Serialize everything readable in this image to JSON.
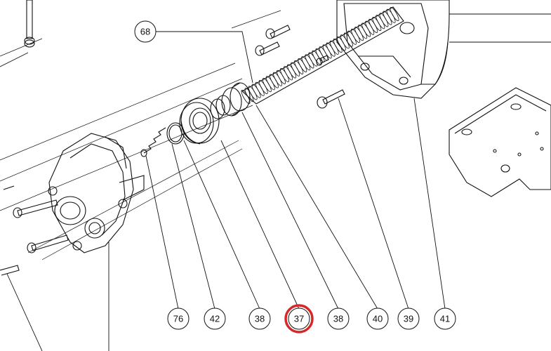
{
  "callouts": [
    {
      "id": "68",
      "label": "68",
      "highlighted": false
    },
    {
      "id": "76",
      "label": "76",
      "highlighted": false
    },
    {
      "id": "42",
      "label": "42",
      "highlighted": false
    },
    {
      "id": "38a",
      "label": "38",
      "highlighted": false
    },
    {
      "id": "37",
      "label": "37",
      "highlighted": true
    },
    {
      "id": "38b",
      "label": "38",
      "highlighted": false
    },
    {
      "id": "40",
      "label": "40",
      "highlighted": false
    },
    {
      "id": "39",
      "label": "39",
      "highlighted": false
    },
    {
      "id": "41",
      "label": "41",
      "highlighted": false
    }
  ],
  "colors": {
    "line": "#111111",
    "background": "#ffffff",
    "highlight": "#d62828"
  }
}
